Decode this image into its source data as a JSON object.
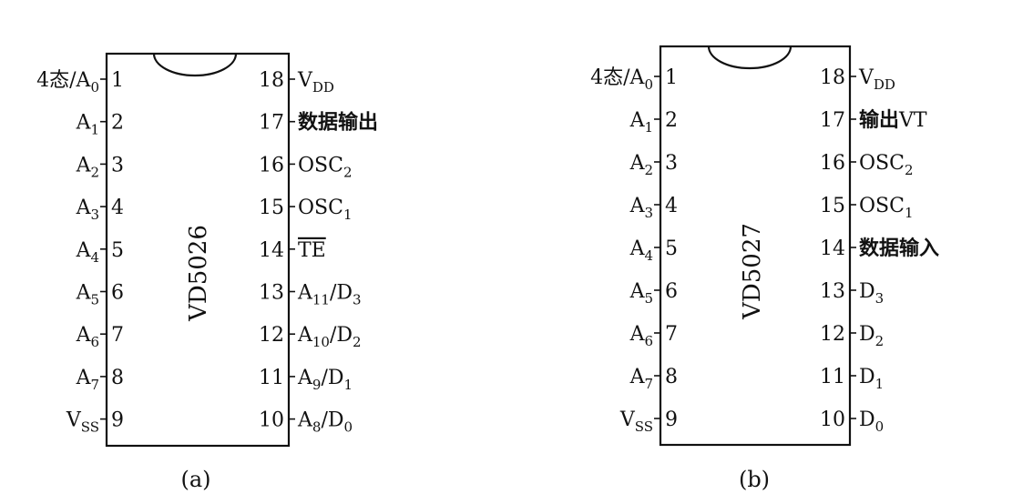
{
  "chips": [
    {
      "part": "VD5026",
      "caption": "(a)",
      "left_pins": [
        {
          "num": "1",
          "label": [
            {
              "t": "4态/A"
            },
            {
              "t": "0",
              "sub": true
            }
          ]
        },
        {
          "num": "2",
          "label": [
            {
              "t": "A"
            },
            {
              "t": "1",
              "sub": true
            }
          ]
        },
        {
          "num": "3",
          "label": [
            {
              "t": "A"
            },
            {
              "t": "2",
              "sub": true
            }
          ]
        },
        {
          "num": "4",
          "label": [
            {
              "t": "A"
            },
            {
              "t": "3",
              "sub": true
            }
          ]
        },
        {
          "num": "5",
          "label": [
            {
              "t": "A"
            },
            {
              "t": "4",
              "sub": true
            }
          ]
        },
        {
          "num": "6",
          "label": [
            {
              "t": "A"
            },
            {
              "t": "5",
              "sub": true
            }
          ]
        },
        {
          "num": "7",
          "label": [
            {
              "t": "A"
            },
            {
              "t": "6",
              "sub": true
            }
          ]
        },
        {
          "num": "8",
          "label": [
            {
              "t": "A"
            },
            {
              "t": "7",
              "sub": true
            }
          ]
        },
        {
          "num": "9",
          "label": [
            {
              "t": "V"
            },
            {
              "t": "SS",
              "sub": true
            }
          ]
        }
      ],
      "right_pins": [
        {
          "num": "18",
          "label": [
            {
              "t": "V"
            },
            {
              "t": "DD",
              "sub": true
            }
          ]
        },
        {
          "num": "17",
          "label": [
            {
              "t": "数据输出",
              "cjk": true
            }
          ]
        },
        {
          "num": "16",
          "label": [
            {
              "t": "OSC"
            },
            {
              "t": "2",
              "sub": true
            }
          ]
        },
        {
          "num": "15",
          "label": [
            {
              "t": "OSC"
            },
            {
              "t": "1",
              "sub": true
            }
          ]
        },
        {
          "num": "14",
          "label": [
            {
              "t": "TE",
              "over": true
            }
          ]
        },
        {
          "num": "13",
          "label": [
            {
              "t": "A"
            },
            {
              "t": "11",
              "sub": true
            },
            {
              "t": "/D"
            },
            {
              "t": "3",
              "sub": true
            }
          ]
        },
        {
          "num": "12",
          "label": [
            {
              "t": "A"
            },
            {
              "t": "10",
              "sub": true
            },
            {
              "t": "/D"
            },
            {
              "t": "2",
              "sub": true
            }
          ]
        },
        {
          "num": "11",
          "label": [
            {
              "t": "A"
            },
            {
              "t": "9",
              "sub": true
            },
            {
              "t": "/D"
            },
            {
              "t": "1",
              "sub": true
            }
          ]
        },
        {
          "num": "10",
          "label": [
            {
              "t": "A"
            },
            {
              "t": "8",
              "sub": true
            },
            {
              "t": "/D"
            },
            {
              "t": "0",
              "sub": true
            }
          ]
        }
      ]
    },
    {
      "part": "VD5027",
      "caption": "(b)",
      "left_pins": [
        {
          "num": "1",
          "label": [
            {
              "t": "4态/A"
            },
            {
              "t": "0",
              "sub": true
            }
          ]
        },
        {
          "num": "2",
          "label": [
            {
              "t": "A"
            },
            {
              "t": "1",
              "sub": true
            }
          ]
        },
        {
          "num": "3",
          "label": [
            {
              "t": "A"
            },
            {
              "t": "2",
              "sub": true
            }
          ]
        },
        {
          "num": "4",
          "label": [
            {
              "t": "A"
            },
            {
              "t": "3",
              "sub": true
            }
          ]
        },
        {
          "num": "5",
          "label": [
            {
              "t": "A"
            },
            {
              "t": "4",
              "sub": true
            }
          ]
        },
        {
          "num": "6",
          "label": [
            {
              "t": "A"
            },
            {
              "t": "5",
              "sub": true
            }
          ]
        },
        {
          "num": "7",
          "label": [
            {
              "t": "A"
            },
            {
              "t": "6",
              "sub": true
            }
          ]
        },
        {
          "num": "8",
          "label": [
            {
              "t": "A"
            },
            {
              "t": "7",
              "sub": true
            }
          ]
        },
        {
          "num": "9",
          "label": [
            {
              "t": "V"
            },
            {
              "t": "SS",
              "sub": true
            }
          ]
        }
      ],
      "right_pins": [
        {
          "num": "18",
          "label": [
            {
              "t": "V"
            },
            {
              "t": "DD",
              "sub": true
            }
          ]
        },
        {
          "num": "17",
          "label": [
            {
              "t": "输出",
              "cjk": true
            },
            {
              "t": "VT"
            }
          ]
        },
        {
          "num": "16",
          "label": [
            {
              "t": "OSC"
            },
            {
              "t": "2",
              "sub": true
            }
          ]
        },
        {
          "num": "15",
          "label": [
            {
              "t": "OSC"
            },
            {
              "t": "1",
              "sub": true
            }
          ]
        },
        {
          "num": "14",
          "label": [
            {
              "t": "数据输入",
              "cjk": true
            }
          ]
        },
        {
          "num": "13",
          "label": [
            {
              "t": "D"
            },
            {
              "t": "3",
              "sub": true
            }
          ]
        },
        {
          "num": "12",
          "label": [
            {
              "t": "D"
            },
            {
              "t": "2",
              "sub": true
            }
          ]
        },
        {
          "num": "11",
          "label": [
            {
              "t": "D"
            },
            {
              "t": "1",
              "sub": true
            }
          ]
        },
        {
          "num": "10",
          "label": [
            {
              "t": "D"
            },
            {
              "t": "0",
              "sub": true
            }
          ]
        }
      ]
    }
  ]
}
